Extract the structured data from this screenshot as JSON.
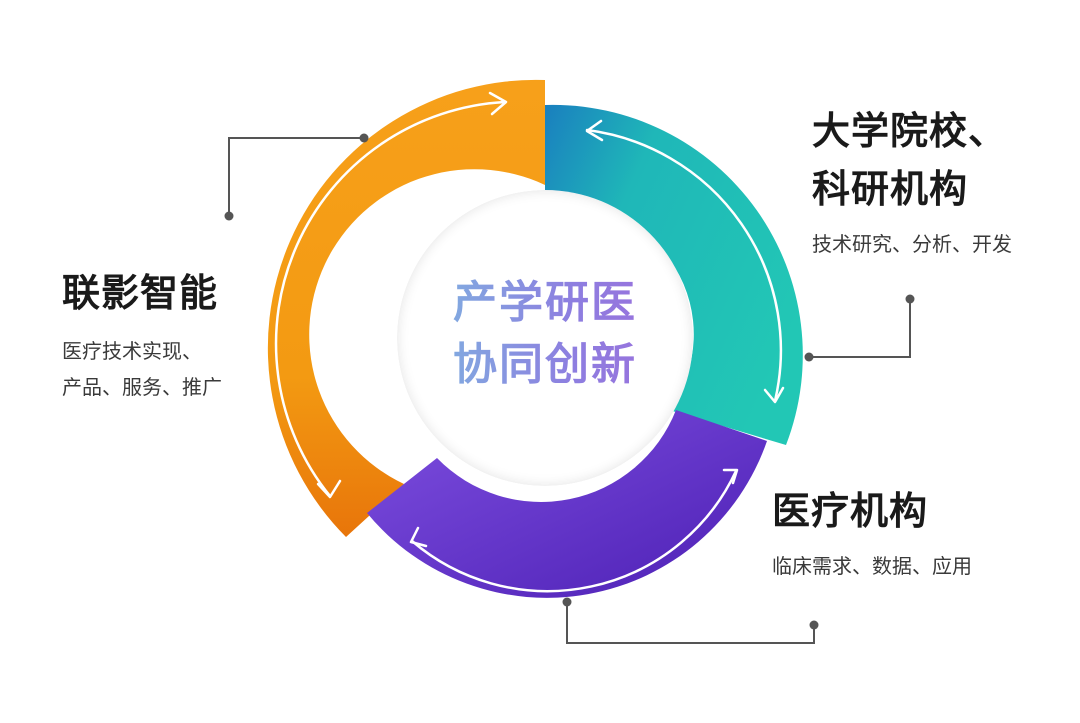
{
  "center": {
    "line1": "产学研医",
    "line2": "协同创新"
  },
  "nodes": {
    "lianying": {
      "title": "联影智能",
      "desc_line1": "医疗技术实现、",
      "desc_line2": "产品、服务、推广"
    },
    "university": {
      "title_line1": "大学院校、",
      "title_line2": "科研机构",
      "desc": "技术研究、分析、开发"
    },
    "medical": {
      "title": "医疗机构",
      "desc": "临床需求、数据、应用"
    }
  },
  "colors": {
    "orange": "#f39a12",
    "teal": "#1fc2b6",
    "purple": "#6a3fd1",
    "connector": "#555555"
  }
}
